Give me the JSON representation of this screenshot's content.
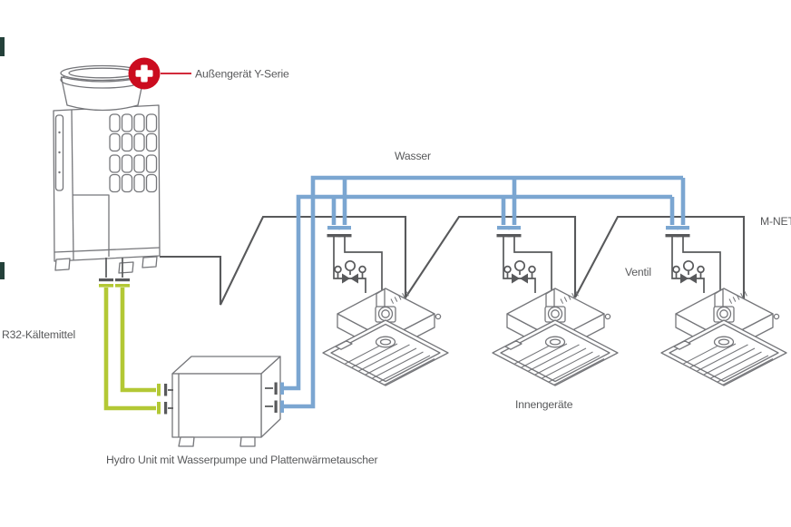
{
  "page": {
    "background": "#ffffff",
    "edge_markers": {
      "color": "#24413a"
    }
  },
  "diagram": {
    "type": "hvac-system-schematic",
    "hotspot": {
      "icon": "plus-icon",
      "label": "Außengerät Y-Serie",
      "color": "#cb0c1f"
    },
    "labels": {
      "water": "Wasser",
      "mnet": "M-NET",
      "valve": "Ventil",
      "refrigerant": "R32-Kältemittel",
      "hydro_unit": "Hydro Unit mit Wasserpumpe und Plattenwärmetauscher",
      "indoor_units": "Innengeräte"
    },
    "colors": {
      "water_pipe": "#7ba6d1",
      "refrigerant_pipe": "#b3c835",
      "mnet_wire": "#58595b",
      "outline": "#75767a",
      "text": "#58595b"
    },
    "indoor_unit_count": 3
  }
}
